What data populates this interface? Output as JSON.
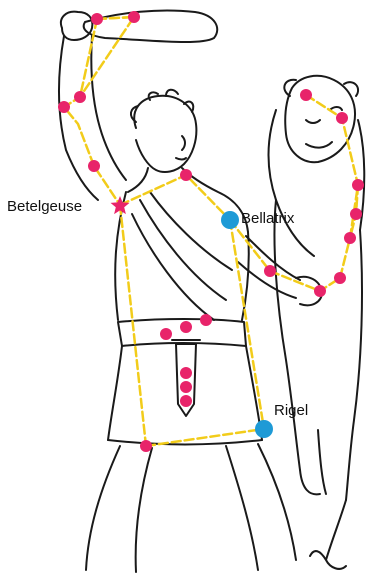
{
  "colors": {
    "outline": "#1a1a1a",
    "constellation_line": "#f2cc1a",
    "star_dot": "#e8246a",
    "highlight_star": "#1e9ad6",
    "betelgeuse_marker": "#e8246a"
  },
  "labels": {
    "betelgeuse": "Betelgeuse",
    "bellatrix": "Bellatrix",
    "rigel": "Rigel"
  },
  "icons": {
    "betelgeuse": "star-icon",
    "bellatrix": "circle-icon",
    "rigel": "circle-icon"
  }
}
